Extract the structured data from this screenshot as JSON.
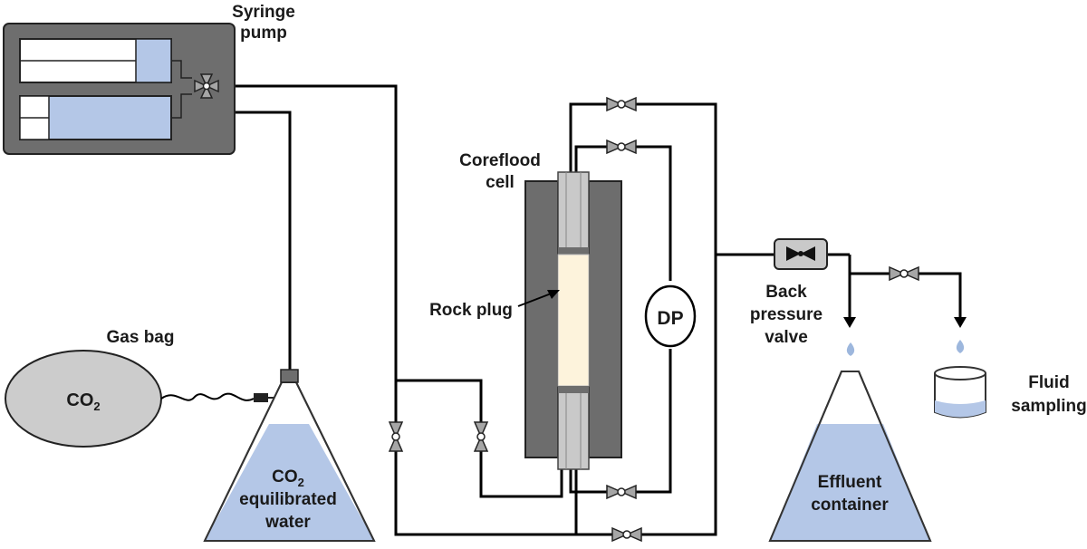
{
  "labels": {
    "syringe_pump_l1": "Syringe",
    "syringe_pump_l2": "pump",
    "gas_bag": "Gas bag",
    "co2_gas": "CO",
    "co2_gas_sub": "2",
    "flask_co2": "CO",
    "flask_co2_sub": "2",
    "flask_l2": "equilibrated",
    "flask_l3": "water",
    "coreflood_l1": "Coreflood",
    "coreflood_l2": "cell",
    "rock_plug": "Rock plug",
    "dp": "DP",
    "bpv_l1": "Back",
    "bpv_l2": "pressure",
    "bpv_l3": "valve",
    "effluent_l1": "Effluent",
    "effluent_l2": "container",
    "fluid_l1": "Fluid",
    "fluid_l2": "sampling"
  },
  "colors": {
    "pump_body": "#6e6e6e",
    "liquid": "#b4c7e7",
    "cell_body": "#6d6d6d",
    "core_tube": "#c9c9c9",
    "rock": "#fdf3dc",
    "gas_bag": "#cccccc",
    "valve": "#a6a6a6",
    "drop": "#9db7dd"
  }
}
